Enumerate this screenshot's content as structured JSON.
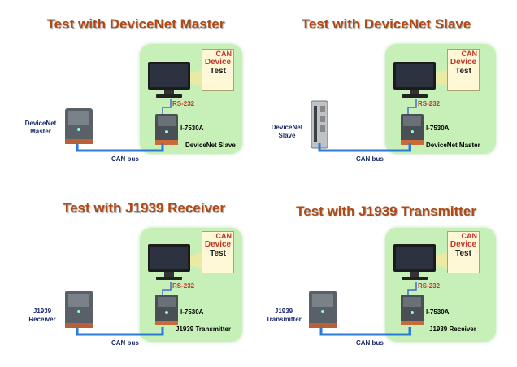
{
  "panels": [
    {
      "title": "Test with DeviceNet Master",
      "device_label": "DeviceNet\nMaster",
      "module_label": "I-7530A",
      "role_label": "DeviceNet Slave",
      "rs_label": "RS-232",
      "bus_label": "CAN bus",
      "box_top": "CAN",
      "box_mid": "Device",
      "box_bottom": "Test",
      "device_type": "small"
    },
    {
      "title": "Test with DeviceNet Slave",
      "device_label": "DeviceNet\nSlave",
      "module_label": "I-7530A",
      "role_label": "DeviceNet Master",
      "rs_label": "RS-232",
      "bus_label": "CAN bus",
      "box_top": "CAN",
      "box_mid": "Device",
      "box_bottom": "Test",
      "device_type": "rack"
    },
    {
      "title": "Test with J1939 Receiver",
      "device_label": "J1939\nReceiver",
      "module_label": "I-7530A",
      "role_label": "J1939 Transmitter",
      "rs_label": "RS-232",
      "bus_label": "CAN bus",
      "box_top": "CAN",
      "box_mid": "Device",
      "box_bottom": "Test",
      "device_type": "small"
    },
    {
      "title": "Test with J1939 Transmitter",
      "device_label": "J1939\nTransmitter",
      "module_label": "I-7530A",
      "role_label": "J1939 Receiver",
      "rs_label": "RS-232",
      "bus_label": "CAN bus",
      "box_top": "CAN",
      "box_mid": "Device",
      "box_bottom": "Test",
      "device_type": "small"
    }
  ],
  "colors": {
    "title": "#b04a14",
    "green_area": "#c7f0b8",
    "cable": "#2b7bd6",
    "rs_label": "#c0392b",
    "device_label": "#1a2a6c"
  }
}
